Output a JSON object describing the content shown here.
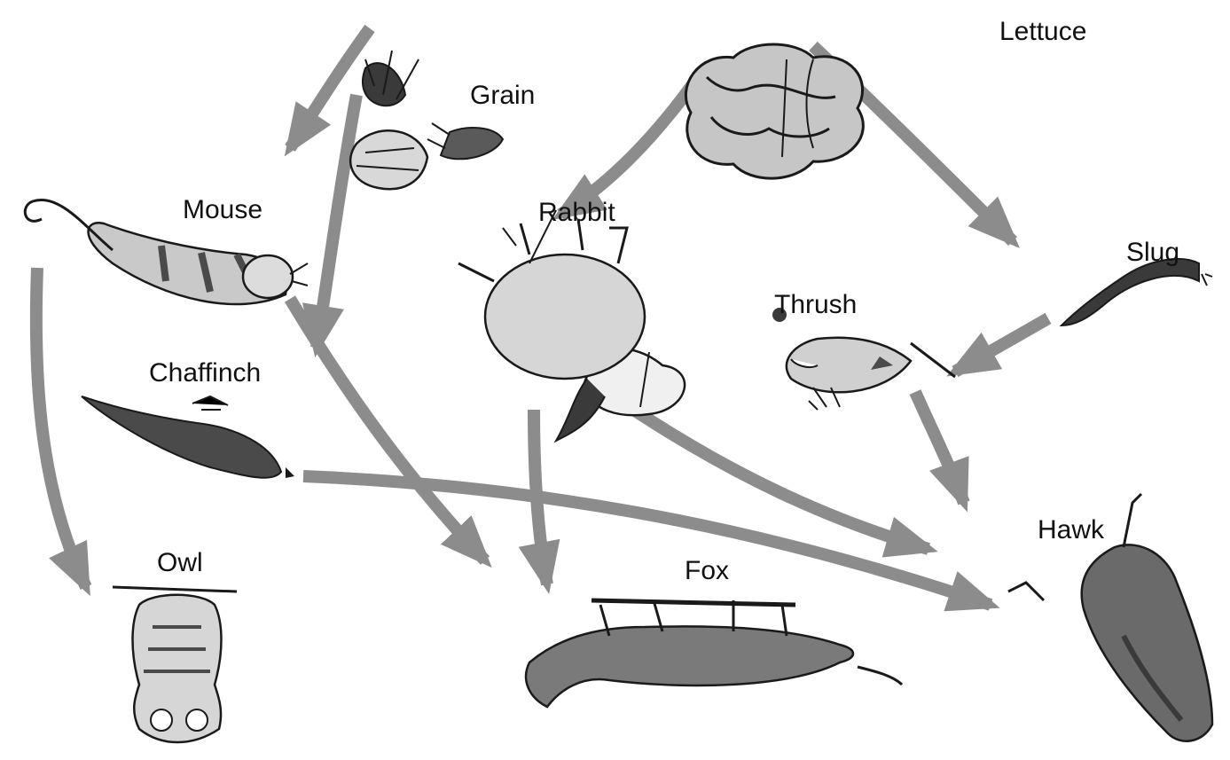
{
  "colors": {
    "arrow": "#8c8c8c",
    "outline": "#1a1a1a",
    "light_fill": "#e2e2e2",
    "mid_fill": "#b5b5b5",
    "dark_fill": "#4a4a4a"
  },
  "organisms": {
    "lettuce": {
      "label": "Lettuce",
      "icon": "lettuce-icon"
    },
    "grain": {
      "label": "Grain",
      "icon": "grain-icon"
    },
    "slug": {
      "label": "Slug",
      "icon": "slug-icon"
    },
    "thrush": {
      "label": "Thrush",
      "icon": "thrush-icon"
    },
    "rabbit": {
      "label": "Rabbit",
      "icon": "rabbit-icon"
    },
    "mouse": {
      "label": "Mouse",
      "icon": "mouse-icon"
    },
    "chaffinch": {
      "label": "Chaffinch",
      "icon": "chaffinch-icon"
    },
    "owl": {
      "label": "Owl",
      "icon": "owl-icon"
    },
    "fox": {
      "label": "Fox",
      "icon": "fox-icon"
    },
    "hawk": {
      "label": "Hawk",
      "icon": "hawk-icon"
    }
  },
  "links": [
    {
      "from": "lettuce",
      "to": "slug"
    },
    {
      "from": "lettuce",
      "to": "rabbit"
    },
    {
      "from": "grain",
      "to": "mouse"
    },
    {
      "from": "grain",
      "to": "chaffinch"
    },
    {
      "from": "slug",
      "to": "thrush"
    },
    {
      "from": "thrush",
      "to": "hawk"
    },
    {
      "from": "rabbit",
      "to": "hawk"
    },
    {
      "from": "rabbit",
      "to": "fox"
    },
    {
      "from": "mouse",
      "to": "owl"
    },
    {
      "from": "mouse",
      "to": "fox"
    },
    {
      "from": "chaffinch",
      "to": "hawk"
    }
  ]
}
